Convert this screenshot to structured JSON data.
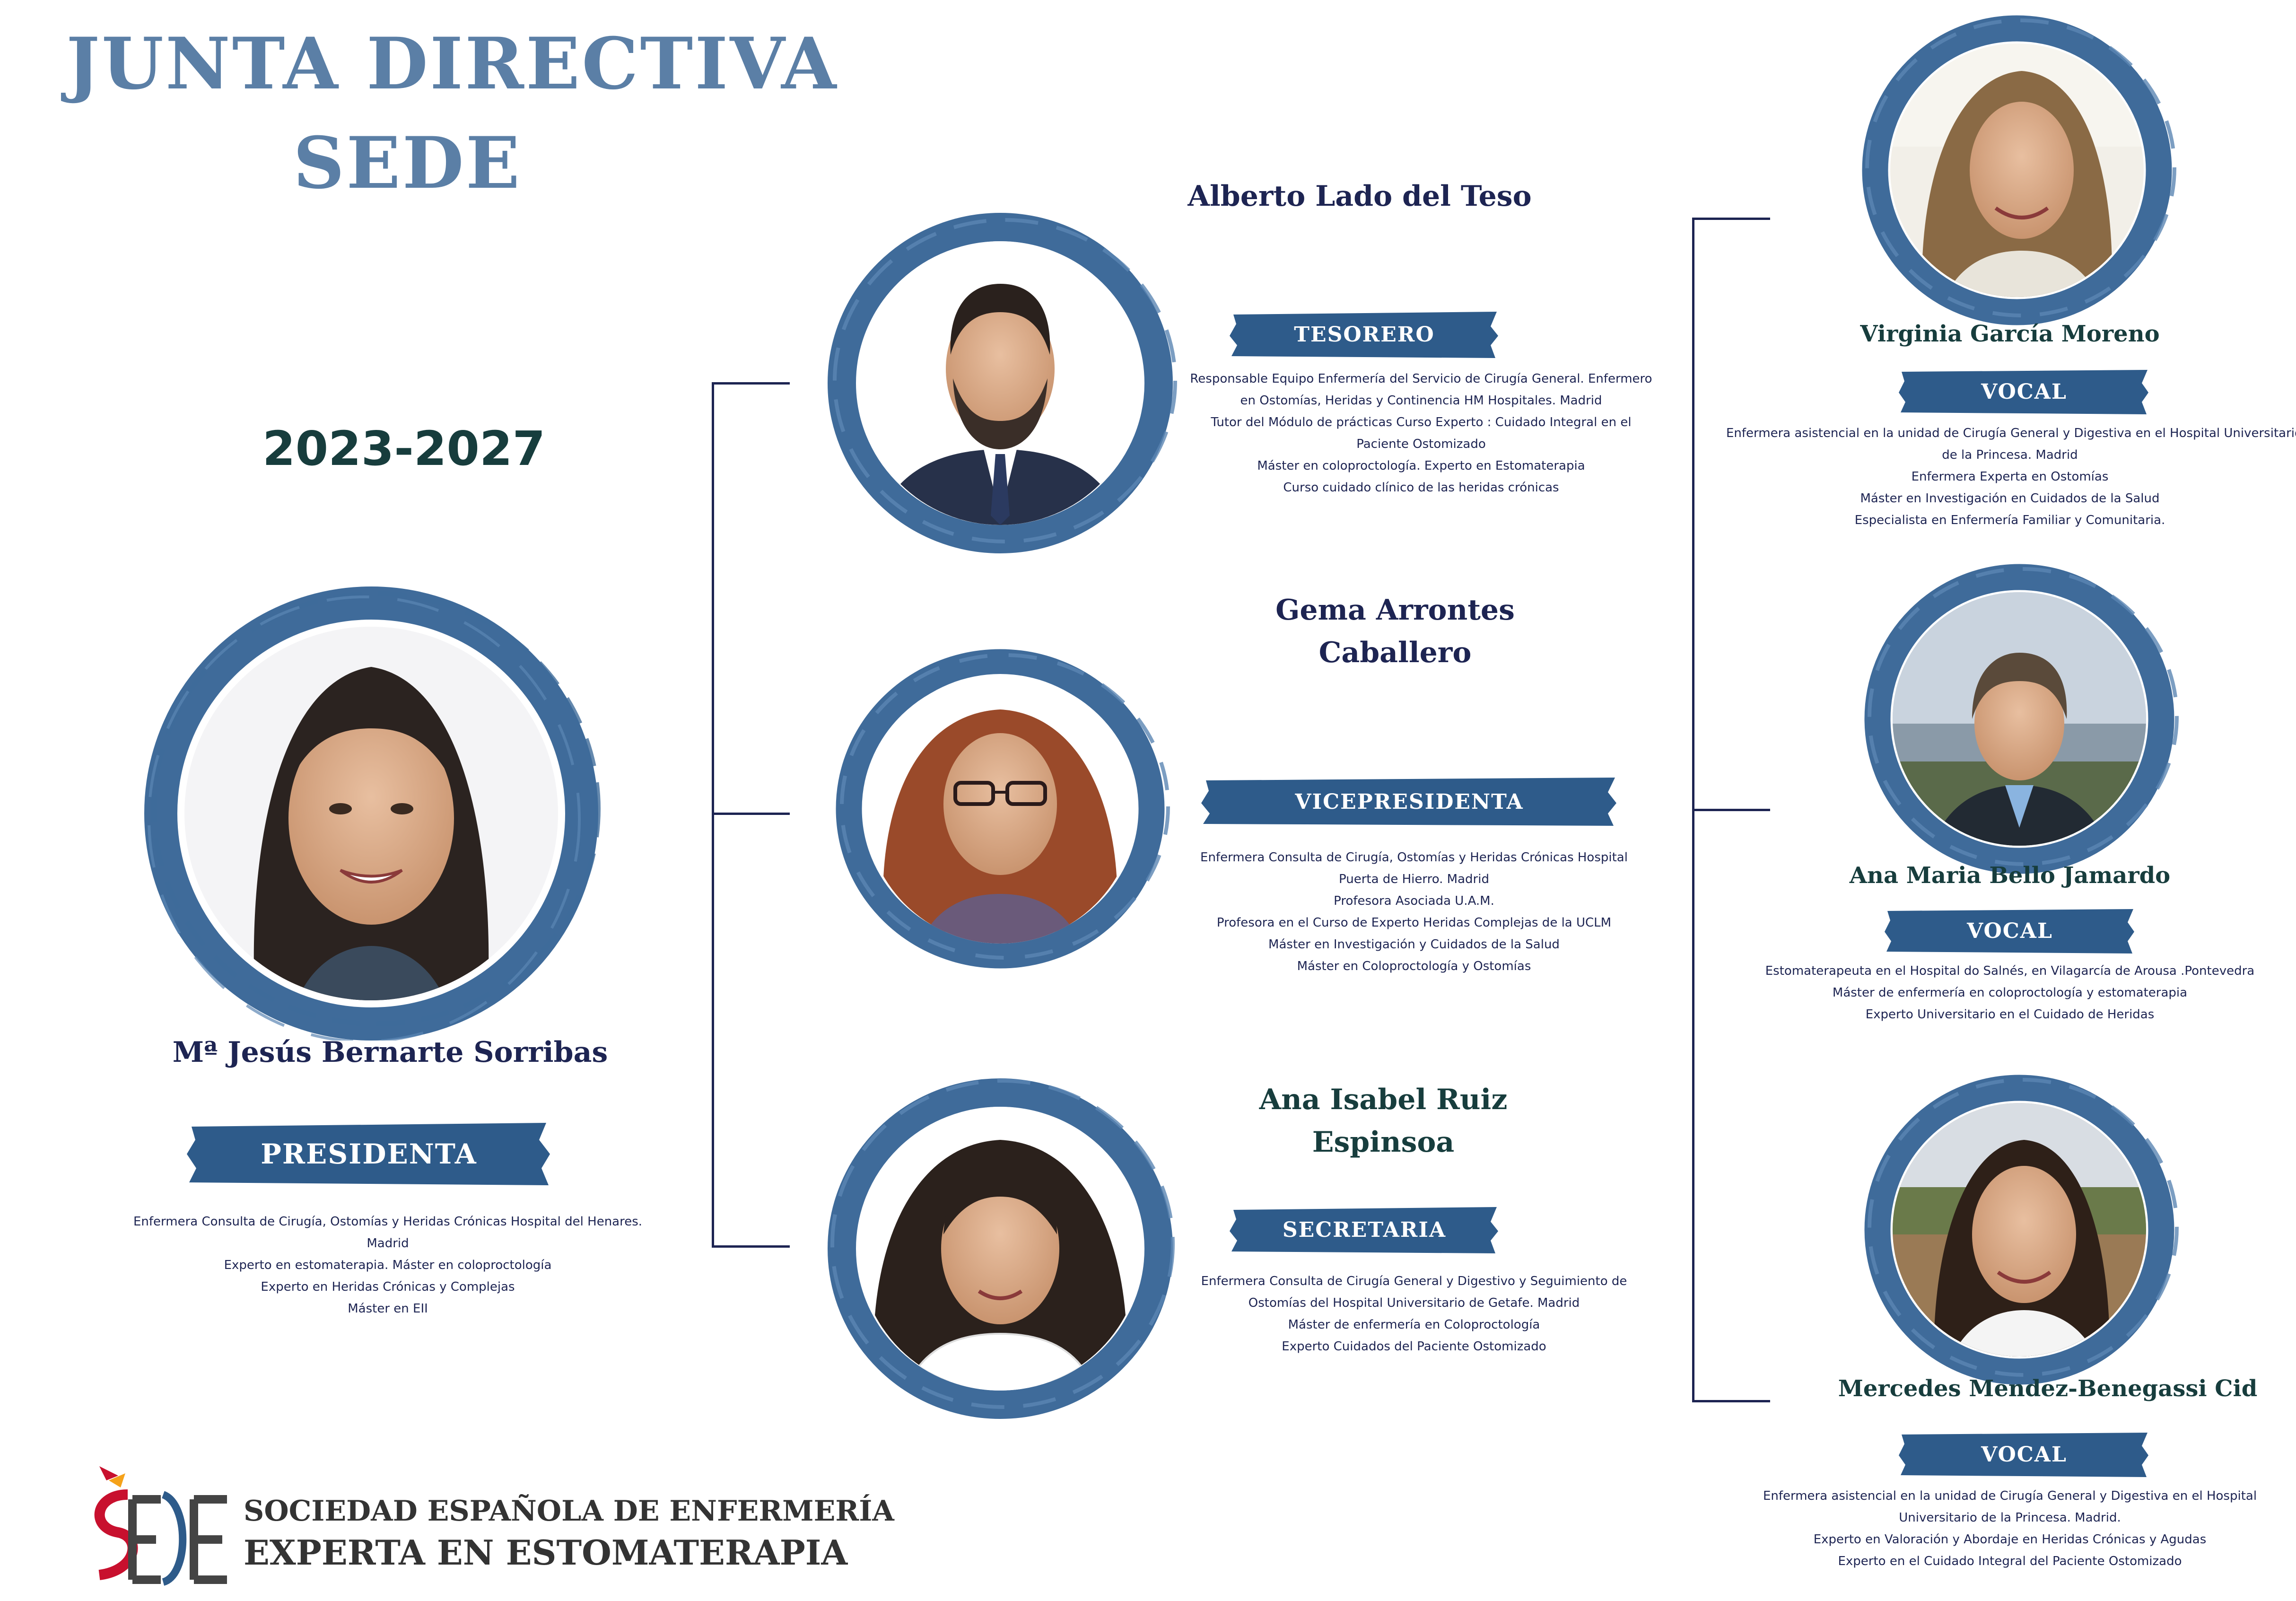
{
  "header": {
    "title_line1": "JUNTA DIRECTIVA",
    "title_line2": "SEDE",
    "years": "2023-2027"
  },
  "colors": {
    "ring": "#3f6b9a",
    "ribbon": "#2e5b8a",
    "title": "#5b7fa6",
    "name": "#1d2452",
    "accent_red": "#c8102e",
    "accent_orange": "#f5a21a"
  },
  "presidenta": {
    "name": "Mª Jesús Bernarte Sorribas",
    "role": "PRESIDENTA",
    "description": [
      "Enfermera Consulta de Cirugía, Ostomías y Heridas Crónicas Hospital del  Henares.",
      "Madrid",
      "Experto en estomaterapia. Máster en coloproctología",
      "Experto en Heridas Crónicas y Complejas",
      "Máster en EII"
    ]
  },
  "tesorero": {
    "name": "Alberto Lado del Teso",
    "role": "TESORERO",
    "description": [
      "Responsable Equipo Enfermería del Servicio de Cirugía General. Enfermero",
      "en Ostomías, Heridas y Continencia HM Hospitales. Madrid",
      "Tutor  del Módulo de prácticas Curso Experto : Cuidado Integral en el",
      "Paciente Ostomizado",
      "Máster en coloproctología. Experto en Estomaterapia",
      "Curso cuidado clínico de las heridas crónicas"
    ]
  },
  "vicepresidenta": {
    "name_line1": "Gema Arrontes",
    "name_line2": "Caballero",
    "role": "VICEPRESIDENTA",
    "description": [
      "Enfermera Consulta de Cirugía, Ostomías y Heridas Crónicas Hospital",
      "Puerta de Hierro. Madrid",
      "Profesora Asociada U.A.M.",
      "Profesora en el Curso de Experto Heridas Complejas de la UCLM",
      "Máster en Investigación y Cuidados de la Salud",
      "Máster en Coloproctología y Ostomías"
    ]
  },
  "secretaria": {
    "name_line1": "Ana Isabel Ruiz",
    "name_line2": "Espinsoa",
    "role": "SECRETARIA",
    "description": [
      "Enfermera Consulta de Cirugía General y Digestivo y Seguimiento de",
      "Ostomías del Hospital Universitario de Getafe. Madrid",
      "Máster de enfermería en Coloproctología",
      "Experto Cuidados del Paciente Ostomizado"
    ]
  },
  "vocal1": {
    "name": "Virginia García Moreno",
    "role": "VOCAL",
    "description": [
      "Enfermera asistencial en la unidad de Cirugía General y Digestiva en el Hospital Universitario",
      "de la Princesa. Madrid",
      "Enfermera Experta en Ostomías",
      "Máster en Investigación en Cuidados de la Salud",
      "Especialista en Enfermería Familiar y Comunitaria."
    ]
  },
  "vocal2": {
    "name": "Ana Maria Bello Jamardo",
    "role": "VOCAL",
    "description": [
      "Estomaterapeuta en el Hospital do Salnés, en Vilagarcía de Arousa .Pontevedra",
      "Máster de enfermería en coloproctología y estomaterapia",
      "Experto Universitario en el Cuidado de Heridas"
    ]
  },
  "vocal3": {
    "name": "Mercedes Mendez-Benegassi Cid",
    "role": "VOCAL",
    "description": [
      "Enfermera asistencial en la unidad de Cirugía General y Digestiva en el Hospital",
      "Universitario de la Princesa. Madrid.",
      "Experto  en Valoración y Abordaje en Heridas Crónicas y Agudas",
      "Experto en el  Cuidado Integral del Paciente Ostomizado"
    ]
  },
  "logo": {
    "line1": "SOCIEDAD ESPAÑOLA DE ENFERMERÍA",
    "line2": "EXPERTA EN ESTOMATERAPIA"
  }
}
